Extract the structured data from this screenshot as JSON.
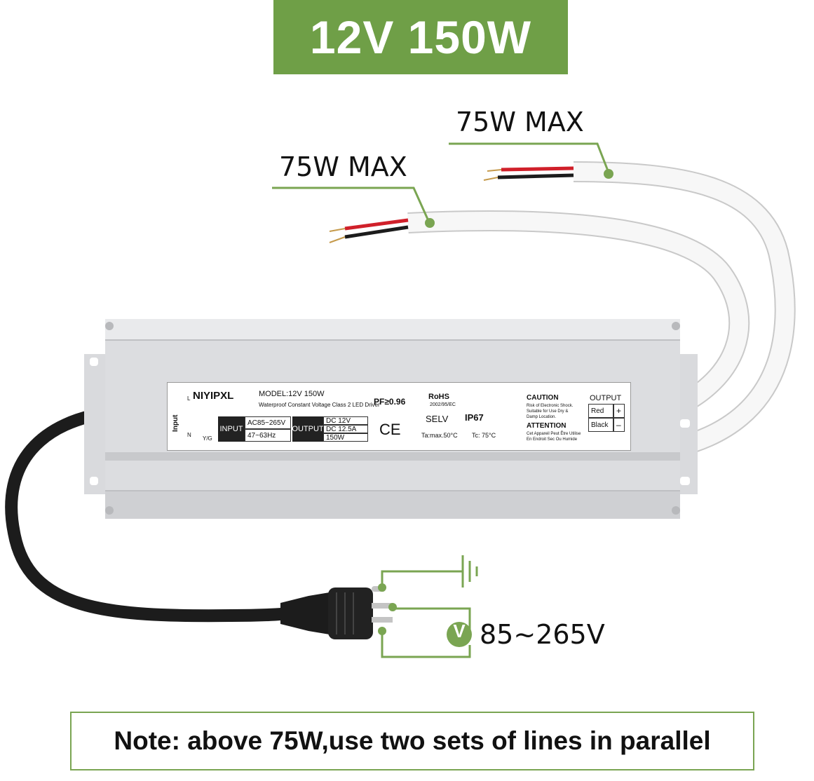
{
  "title": "12V 150W",
  "callouts": {
    "upper_wire": "75W MAX",
    "lower_wire": "75W MAX"
  },
  "plug": {
    "voltage": "85~265V",
    "voltage_symbol": "V"
  },
  "note": "Note: above 75W,use two sets of lines in parallel",
  "label": {
    "brand": "NIYIPXL",
    "model": "MODEL:12V  150W",
    "description": "Waterproof Constant Voltage Class 2 LED Driver",
    "pf": "PF≥0.96",
    "rohs": "RoHS",
    "rohs_code": "2002/95/EC",
    "input_side_label": "Input",
    "l_mark": "L",
    "n_mark": "N",
    "yg_mark": "Y/G",
    "input_title": "INPUT",
    "input_values": [
      "AC85~265V",
      "47~63Hz"
    ],
    "output_title": "OUTPUT",
    "output_values": [
      "DC 12V",
      "DC 12.5A",
      "150W"
    ],
    "ce": "CE",
    "selv": "SELV",
    "ip": "IP67",
    "ta": "Ta:max.50°C",
    "tc": "Tc: 75°C",
    "caution_title": "CAUTION",
    "caution_text": [
      "Risk of Electronic Shock.",
      "Suitable for Use Dry &",
      "Damp Location."
    ],
    "attention_title": "ATTENTION",
    "attention_text": [
      "Cet Appareil Peut Être Utilise",
      "En Endroit Sec Ou Humide"
    ],
    "output_box_title": "OUTPUT",
    "output_red": "Red",
    "output_black": "Black",
    "plus": "+",
    "minus": "–"
  },
  "colors": {
    "accent_green": "#6f9f47",
    "wire_red": "#d0202a",
    "cable_black": "#1c1c1c",
    "housing": "#dcdde0"
  }
}
